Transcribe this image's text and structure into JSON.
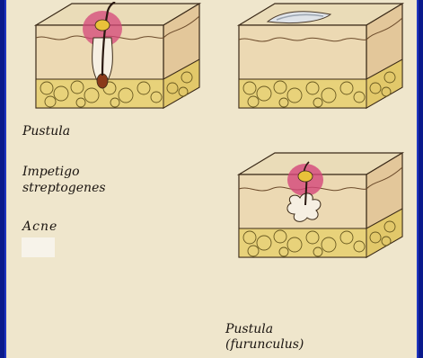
{
  "labels": {
    "pustula": "Pustula",
    "impetigo_line1": "Impetigo",
    "impetigo_line2": "streptogenes",
    "acne": "Acne",
    "furunculus_line1": "Pustula",
    "furunculus_line2": "(furunculus)"
  },
  "colors": {
    "background": "#0a1a8c",
    "page": "#efe6cc",
    "skin_top": "#eadcb8",
    "skin_side": "#e3c79a",
    "fat": "#e8d27a",
    "fat_outline": "#6a5a20",
    "inflammation": "#d4467a",
    "pus": "#e9c23a",
    "hair": "#2a1810"
  }
}
